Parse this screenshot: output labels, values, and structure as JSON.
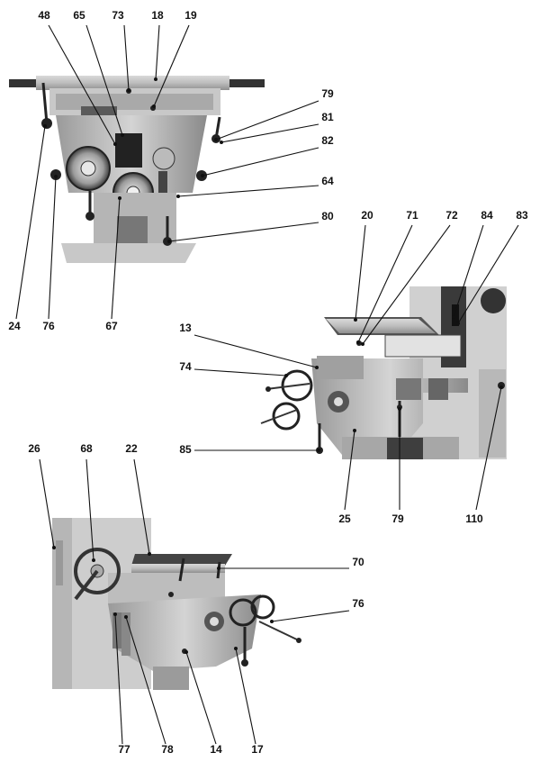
{
  "figure": {
    "photos": [
      {
        "id": "front-view",
        "labels": [
          "48",
          "65",
          "73",
          "18",
          "19",
          "79",
          "81",
          "82",
          "64",
          "80",
          "24",
          "76",
          "67"
        ]
      },
      {
        "id": "side-view-right",
        "labels": [
          "20",
          "71",
          "72",
          "84",
          "83",
          "13",
          "74",
          "85",
          "25",
          "79",
          "110"
        ]
      },
      {
        "id": "side-view-left",
        "labels": [
          "26",
          "68",
          "22",
          "70",
          "76",
          "77",
          "78",
          "14",
          "17"
        ]
      }
    ]
  }
}
